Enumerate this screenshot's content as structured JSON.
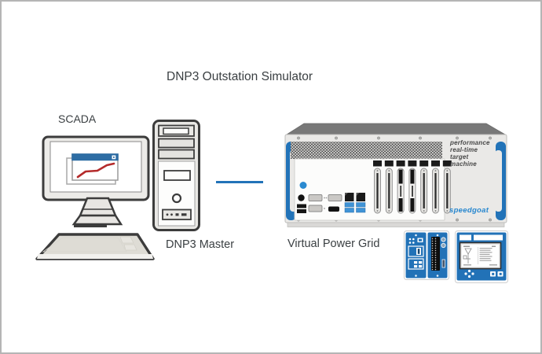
{
  "frame": {
    "background": "#ffffff",
    "border_color": "#b5b5b5"
  },
  "title": {
    "text": "DNP3 Outstation Simulator"
  },
  "workstation": {
    "label_scada": "SCADA",
    "label_master": "DNP3 Master",
    "monitor_window": {
      "titlebar_color": "#2e6da4",
      "chart_line_color": "#b42b2b"
    }
  },
  "connection": {
    "color": "#2273b8",
    "style": "solid"
  },
  "target_machine": {
    "label": "Virtual Power Grid",
    "tagline_lines": [
      "performance",
      "real-time",
      "target",
      "machine"
    ],
    "brand": "speedgoat",
    "brand_color": "#2787cf",
    "handle_color": "#2273b8",
    "chassis_color": "#eae9e7",
    "top_color": "#787878",
    "io_slot_count": 7
  },
  "devices": {
    "io_module_color": "#2272b7",
    "relay_color": "#2272b7"
  },
  "palette": {
    "outline": "#3c3c3c",
    "chart_red": "#b42b2b",
    "accent_blue": "#2273b8",
    "text": "#3a3f42"
  }
}
